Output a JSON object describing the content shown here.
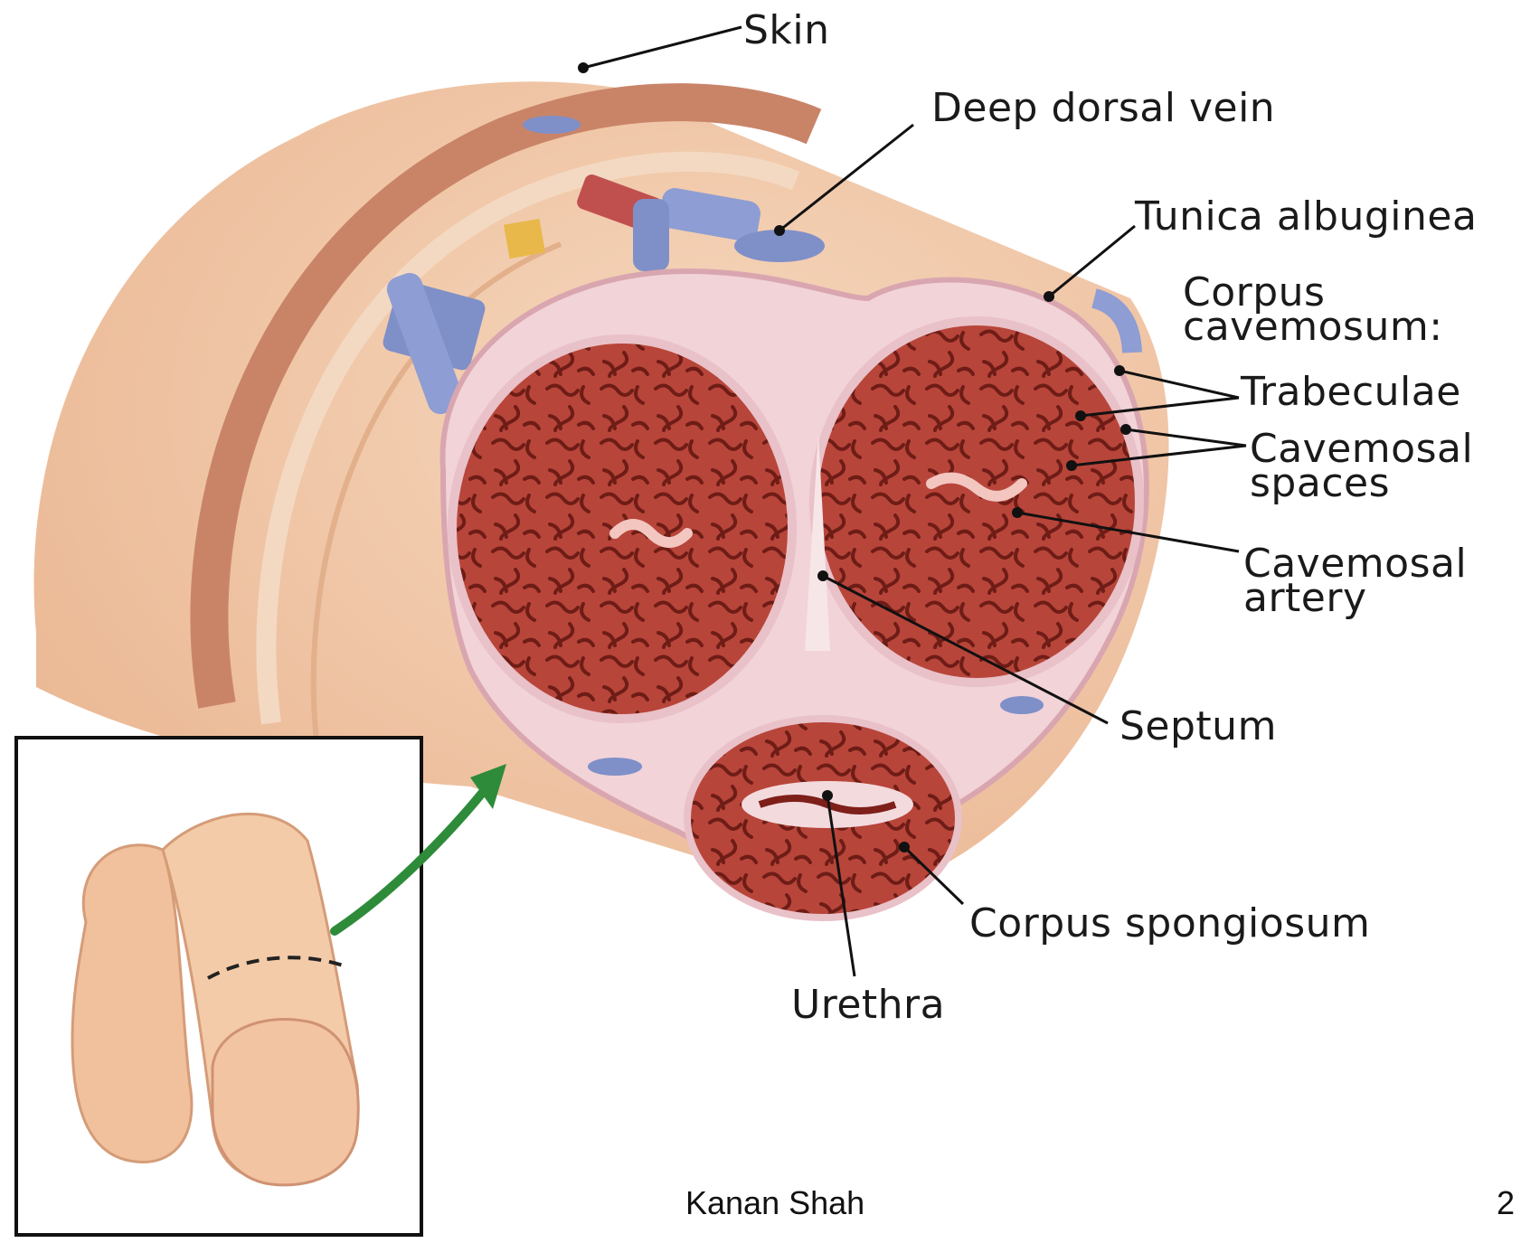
{
  "labels": {
    "skin": "Skin",
    "deep_dorsal_vein": "Deep dorsal vein",
    "tunica_albuginea": "Tunica albuginea",
    "corpus_cavernosum_1": "Corpus",
    "corpus_cavernosum_2": "cavemosum:",
    "trabeculae": "Trabeculae",
    "cavernosal_spaces_1": "Cavemosal",
    "cavernosal_spaces_2": "spaces",
    "cavernosal_artery_1": "Cavemosal",
    "cavernosal_artery_2": "artery",
    "septum": "Septum",
    "corpus_spongiosum": "Corpus spongiosum",
    "urethra": "Urethra"
  },
  "footer": {
    "author": "Kanan Shah",
    "page_number": "2"
  },
  "colors": {
    "skin": "#f2c9a6",
    "skin_dark": "#c98468",
    "tissue": "#b8453a",
    "tissue_dark": "#7e1f1a",
    "tunica": "#f1d3d8",
    "vein": "#7f8fc8",
    "artery": "#c0504d",
    "arrow": "#2e8b3a"
  }
}
